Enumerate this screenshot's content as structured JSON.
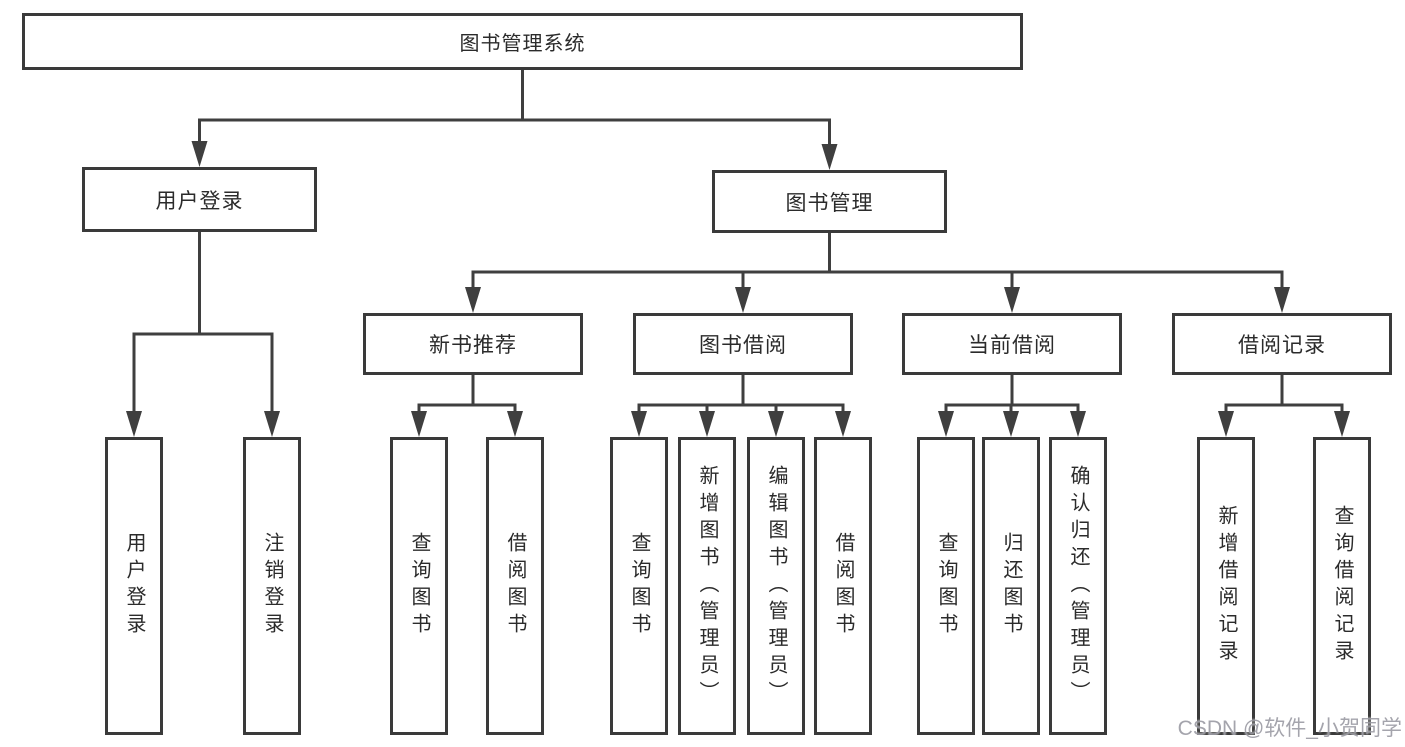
{
  "diagram_title": "图书管理系统",
  "tree": {
    "label": "图书管理系统",
    "children": [
      {
        "label": "用户登录",
        "children": [
          {
            "label": "用户登录"
          },
          {
            "label": "注销登录"
          }
        ]
      },
      {
        "label": "图书管理",
        "children": [
          {
            "label": "新书推荐",
            "children": [
              {
                "label": "查询图书"
              },
              {
                "label": "借阅图书"
              }
            ]
          },
          {
            "label": "图书借阅",
            "children": [
              {
                "label": "查询图书"
              },
              {
                "label": "新增图书（管理员）"
              },
              {
                "label": "编辑图书（管理员）"
              },
              {
                "label": "借阅图书"
              }
            ]
          },
          {
            "label": "当前借阅",
            "children": [
              {
                "label": "查询图书"
              },
              {
                "label": "归还图书"
              },
              {
                "label": "确认归还（管理员）"
              }
            ]
          },
          {
            "label": "借阅记录",
            "children": [
              {
                "label": "新增借阅记录"
              },
              {
                "label": "查询借阅记录"
              }
            ]
          }
        ]
      }
    ]
  },
  "colors": {
    "line": "#3f3f3f",
    "box_border": "#3a3a3a",
    "text": "#2b2b2b",
    "background": "#ffffff",
    "watermark": "#94949e"
  },
  "watermark": {
    "text": "CSDN @软件_小贺同学"
  }
}
